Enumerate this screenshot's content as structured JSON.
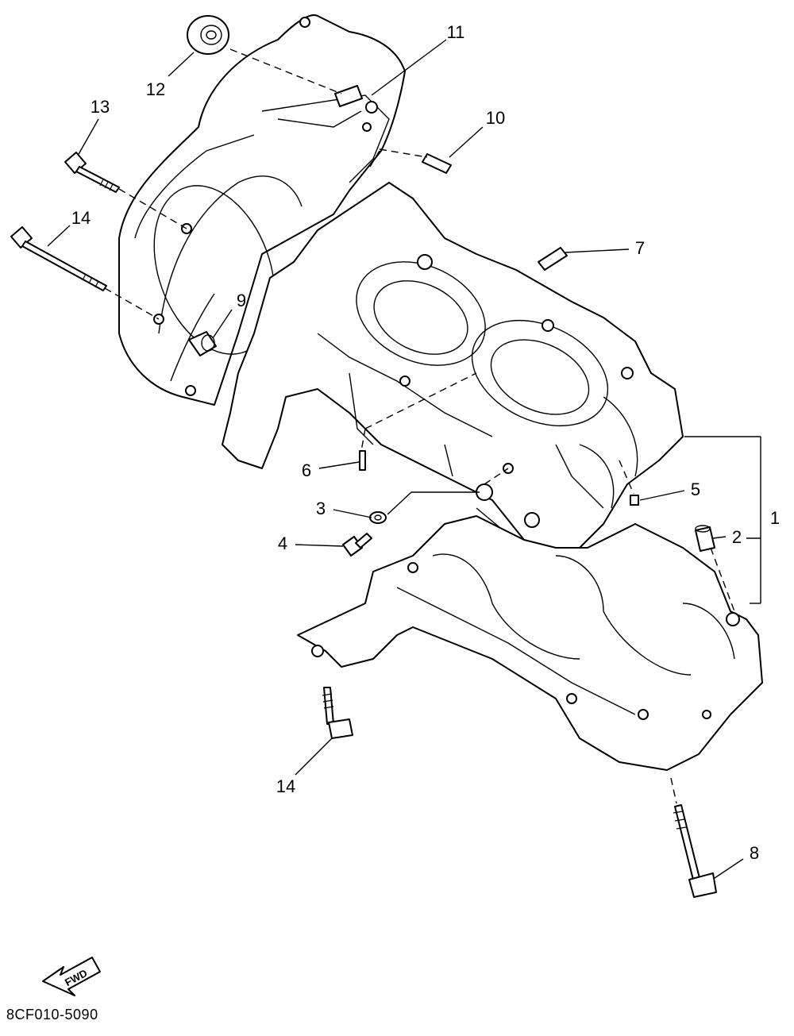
{
  "callouts": [
    {
      "id": "c11",
      "label": "11"
    },
    {
      "id": "c12",
      "label": "12"
    },
    {
      "id": "c13",
      "label": "13"
    },
    {
      "id": "c10",
      "label": "10"
    },
    {
      "id": "c14a",
      "label": "14"
    },
    {
      "id": "c7",
      "label": "7"
    },
    {
      "id": "c9",
      "label": "9"
    },
    {
      "id": "c6",
      "label": "6"
    },
    {
      "id": "c5",
      "label": "5"
    },
    {
      "id": "c3",
      "label": "3"
    },
    {
      "id": "c4",
      "label": "4"
    },
    {
      "id": "c2",
      "label": "2"
    },
    {
      "id": "c1",
      "label": "1"
    },
    {
      "id": "c14b",
      "label": "14"
    },
    {
      "id": "c8",
      "label": "8"
    }
  ],
  "fwd_arrow_label": "FWD",
  "diagram_code": "8CF010-5090"
}
